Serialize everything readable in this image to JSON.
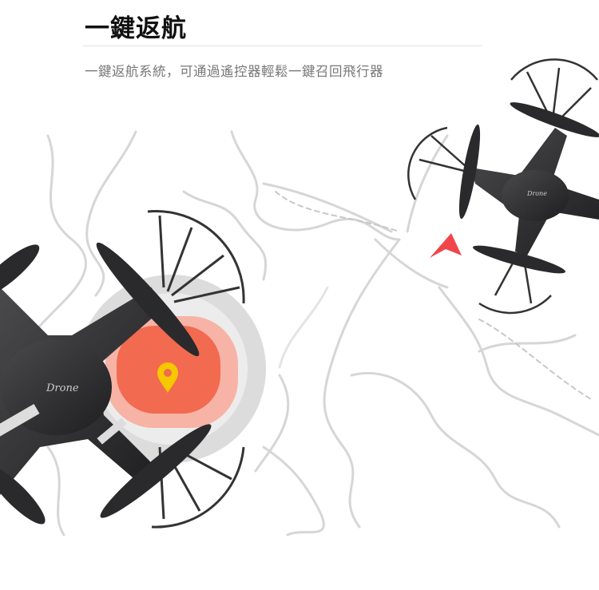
{
  "header": {
    "title": "一鍵返航",
    "subtitle": "一鍵返航系統，可通過遙控器輕鬆一鍵召回飛行器"
  },
  "illustration": {
    "drone_logo_text": "Drone",
    "icons": [
      "map-background",
      "location-pin-icon",
      "navigation-arrow-icon",
      "drone"
    ],
    "colors": {
      "pin_area": "#f26a4f",
      "pin": "#f5c800",
      "arrow": "#f0464b",
      "drone_body": "#2e2e30"
    }
  }
}
